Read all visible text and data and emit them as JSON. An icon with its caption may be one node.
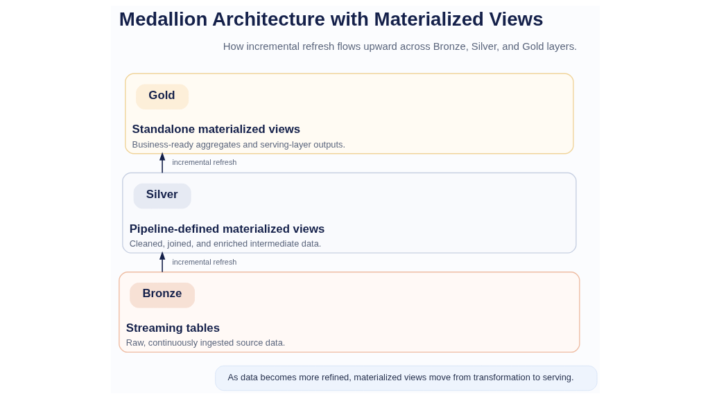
{
  "diagram": {
    "title": "Medallion Architecture with Materialized Views",
    "nodes": [
      {
        "text": [
          "Standalone materialized views",
          "Business-ready aggregates and serving-layer outputs."
        ]
      },
      {
        "text": [
          "Gold"
        ],
        "in": 0
      },
      {
        "text": [
          "Pipeline-defined materialized views",
          "Cleaned, joined, and enriched intermediate data."
        ]
      },
      {
        "text": [
          "Silver"
        ],
        "in": 2
      },
      {
        "text": [
          "Streaming tables",
          "Raw, continuously ingested source data."
        ]
      },
      {
        "text": [
          "Bronze"
        ],
        "in": 4
      },
      {
        "text": [
          "As data becomes more refined, materialized views move from transformation to serving."
        ]
      }
    ],
    "edges": [
      {
        "from": 2,
        "to": 0,
        "arrow": "to",
        "label": "incremental refresh"
      },
      {
        "from": 4,
        "to": 2,
        "arrow": "to",
        "label": "incremental refresh"
      }
    ],
    "labels": [
      "How incremental refresh flows upward across Bronze, Silver, and Gold layers."
    ]
  }
}
